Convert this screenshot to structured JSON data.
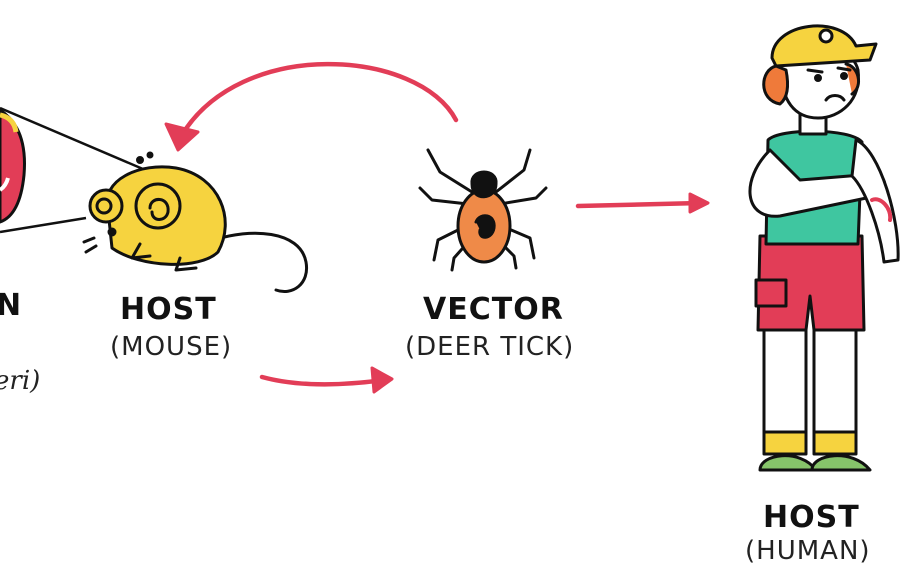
{
  "nodes": {
    "pathogen": {
      "title": "N",
      "subtitle": "eri)"
    },
    "mouse": {
      "title": "HOST",
      "subtitle": "(MOUSE)"
    },
    "tick": {
      "title": "VECTOR",
      "subtitle": "(DEER TICK)"
    },
    "human": {
      "title": "HOST",
      "subtitle": "(HUMAN)"
    }
  },
  "colors": {
    "arrow": "#e23d57",
    "mouse": "#f6d33f",
    "tick": "#ef8a48",
    "shirt": "#3fc6a0",
    "shorts": "#e23d57",
    "cap": "#f6d33f",
    "hair": "#ef7a3a",
    "shoes": "#86c46a",
    "socks": "#f6d33f",
    "outline": "#111111"
  },
  "icons": [
    "pathogen-magnifier-icon",
    "mouse-icon",
    "deer-tick-icon",
    "human-child-icon"
  ]
}
